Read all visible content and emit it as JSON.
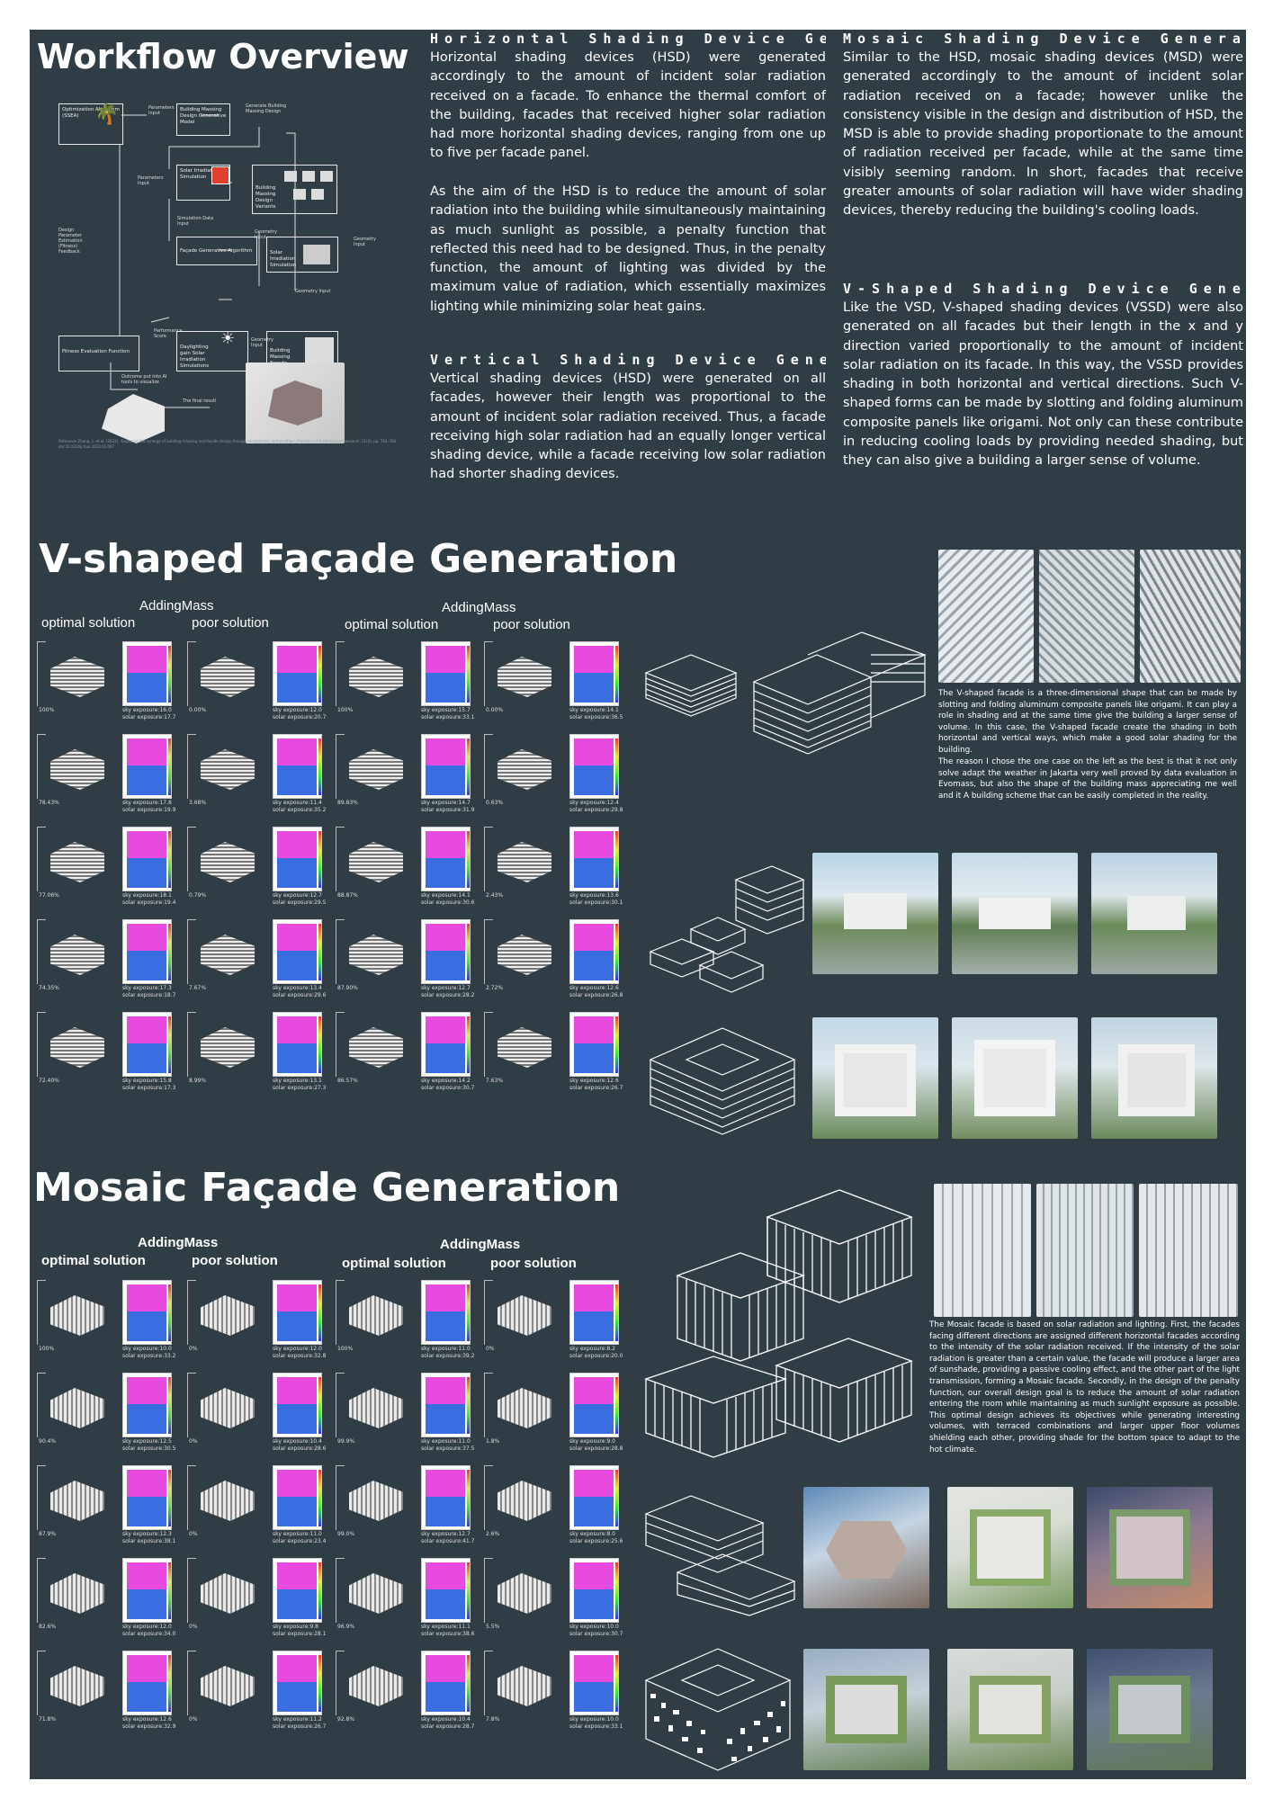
{
  "workflow": {
    "title": "Workflow Overview",
    "boxes": {
      "optimization": "Optimization Algorithm (SSEA)",
      "massing_model": "Building Massing Design Generative Model",
      "generate_massing": "Generate Building Massing Design",
      "solar_sim": "Solar Irradiation Simulation",
      "massing_variants": "Building Massing Design Variants",
      "facade_algorithm": "Façade Generative Algorithm",
      "solar_sim2": "Solar Irradiation Simulation",
      "fitness": "Fitness Evaluation Function",
      "daylighting": "Daylighting gain Solar Irradiation Simulations",
      "facade_design": "Building Massing Façade Design"
    },
    "labels": {
      "parameters_input": "Parameters Input",
      "parameters_input2": "Parameters Input",
      "design_param": "Design Parameter Estimation (Fitness) Feedback",
      "simulation_data": "Simulation Data Input",
      "geometry_input": "Geometry Input",
      "geometry_input2": "Geometry Input",
      "geometry_input3": "Geometry Input",
      "geometry_input4": "Geometry Input",
      "performance_score": "Performance Score",
      "outcome": "Outcome put into AI tools to visualize",
      "final_result": "The final result",
      "reference": "Reference Zhang, L. et al. (2022). 'Exploring the synergy of building massing and façade design through evolutionary optimization', Frontiers of Architectural Research, 11(4), pp. 761–780. doi:10.1016/j.foar.2022.01.007"
    }
  },
  "hsd": {
    "heading": "Horizontal Shading Device Generation",
    "para1": "Horizontal shading devices (HSD) were generated accordingly to the amount of incident solar radiation received on a facade. To enhance the thermal comfort of the building, facades that received higher solar radiation had more horizontal shading devices, ranging from one up to five per facade panel.",
    "para2": "As the aim of the HSD is to reduce the amount of solar radiation into the building while simultaneously maintaining as much sunlight as possible, a penalty function that reflected this need had to be designed. Thus, in the penalty function, the amount of lighting was divided by the maximum value of radiation, which essentially maximizes lighting while minimizing solar heat gains."
  },
  "vsd": {
    "heading": "Vertical Shading Device Generation",
    "para": "Vertical shading devices (HSD) were generated on all facades, however their length was proportional to the amount of incident solar radiation received. Thus, a facade receiving high solar radiation had an equally longer vertical shading device, while a facade receiving low solar radiation  had shorter shading devices."
  },
  "msd": {
    "heading": "Mosaic Shading Device Generation",
    "para": "Similar to the HSD, mosaic shading devices (MSD) were generated accordingly to the amount of incident solar radiation received on a facade; however unlike the consistency visible in the design and distribution of HSD, the MSD is able to provide shading proportionate to the amount of radiation received per facade, while at the same time visibly seeming random. In short, facades that receive greater amounts of solar radiation will have wider shading devices, thereby reducing the building's cooling loads."
  },
  "vssd": {
    "heading": "V-Shaped Shading Device Generation",
    "para": "Like the VSD, V-shaped shading devices (VSSD) were also generated on all facades but their length in the x and y direction varied proportionally to the amount of incident solar radiation on its facade. In this way, the VSSD provides shading in both horizontal and vertical directions. Such V-shaped forms can be made by slotting and folding aluminum composite panels like origami. Not only can these contribute in reducing cooling loads by providing needed shading, but they can also give a building a larger sense of volume."
  },
  "vshaped": {
    "title": "V-shaped Façade Generation",
    "addingmass": "AddingMass",
    "addingmass2": "AddingMass",
    "optimal": "optimal solution",
    "poor": "poor solution",
    "optimal2": "optimal solution",
    "poor2": "poor solution",
    "desc1": "The V-shaped facade is a three-dimensional shape that can be made by slotting and folding aluminum composite panels like origami. It can play a role in shading and at the same time give the building a larger sense of volume. In this case, the V-shaped facade create the shading in both horizontal and vertical ways, which make a good solar shading for the building.",
    "desc2": "The reason I chose the one case on the left as the best is that it not only solve adapt the weather in Jakarta very well proved by data evaluation in Evomass, but also the shape of the building mass appreciating me well and it A building scheme that can be easily completed in the reality.",
    "rows": [
      {
        "p1": "100%",
        "c1a": "sky exposure:16.0",
        "c1b": "solar exposure:17.7",
        "p2": "0.00%",
        "c2a": "sky exposure:12.0",
        "c2b": "solar exposure:20.7",
        "p3": "100%",
        "c3a": "sky exposure:15.7",
        "c3b": "solar exposure:33.1",
        "p4": "0.00%",
        "c4a": "sky exposure:14.1",
        "c4b": "solar exposure:36.5"
      },
      {
        "p1": "78.43%",
        "c1a": "sky exposure:17.8",
        "c1b": "solar exposure:19.9",
        "p2": "3.68%",
        "c2a": "sky exposure:11.4",
        "c2b": "solar exposure:35.2",
        "p3": "89.83%",
        "c3a": "sky exposure:14.7",
        "c3b": "solar exposure:31.9",
        "p4": "0.63%",
        "c4a": "sky exposure:12.4",
        "c4b": "solar exposure:29.8"
      },
      {
        "p1": "77.06%",
        "c1a": "sky exposure:18.1",
        "c1b": "solar exposure:19.4",
        "p2": "0.79%",
        "c2a": "sky exposure:12.7",
        "c2b": "solar exposure:29.5",
        "p3": "88.87%",
        "c3a": "sky exposure:14.1",
        "c3b": "solar exposure:30.6",
        "p4": "2.43%",
        "c4a": "sky exposure:13.6",
        "c4b": "solar exposure:30.1"
      },
      {
        "p1": "74.35%",
        "c1a": "sky exposure:17.3",
        "c1b": "solar exposure:18.7",
        "p2": "7.67%",
        "c2a": "sky exposure:13.4",
        "c2b": "solar exposure:29.6",
        "p3": "87.90%",
        "c3a": "sky exposure:12.7",
        "c3b": "solar exposure:28.2",
        "p4": "2.72%",
        "c4a": "sky exposure:12.6",
        "c4b": "solar exposure:26.8"
      },
      {
        "p1": "72.40%",
        "c1a": "sky exposure:15.8",
        "c1b": "solar exposure:17.3",
        "p2": "8.99%",
        "c2a": "sky exposure:13.1",
        "c2b": "solar exposure:27.3",
        "p3": "86.57%",
        "c3a": "sky exposure:14.2",
        "c3b": "solar exposure:30.7",
        "p4": "7.63%",
        "c4a": "sky exposure:12.6",
        "c4b": "solar exposure:26.7"
      }
    ]
  },
  "mosaic": {
    "title": "Mosaic Façade Generation",
    "addingmass": "AddingMass",
    "addingmass2": "AddingMass",
    "optimal": "optimal solution",
    "poor": "poor solution",
    "optimal2": "optimal solution",
    "poor2": "poor solution",
    "desc": "The Mosaic facade is based on solar radiation and lighting. First, the facades facing different directions are assigned different horizontal facades according to the intensity of the solar radiation received. If the intensity of the solar radiation is greater than a certain value, the facade will produce a larger area of sunshade, providing a passive cooling effect, and the other part of the light transmission, forming a Mosaic facade. Secondly, in the design of the penalty function, our overall design goal is to reduce the amount of solar radiation entering the room while maintaining as much sunlight exposure as possible. This optimal design achieves its objectives while generating interesting volumes, with terraced combinations and larger upper floor volumes shielding each other, providing shade for the bottom space to adapt to the hot climate.",
    "rows": [
      {
        "p1": "100%",
        "c1a": "sky exposure:10.0",
        "c1b": "solar exposure:33.2",
        "p2": "0%",
        "c2a": "sky exposure:12.0",
        "c2b": "solar exposure:32.8",
        "p3": "100%",
        "c3a": "sky exposure:11.0",
        "c3b": "solar exposure:39.2",
        "p4": "0%",
        "c4a": "sky exposure:8.2",
        "c4b": "solar exposure:20.0"
      },
      {
        "p1": "90.4%",
        "c1a": "sky exposure:12.5",
        "c1b": "solar exposure:30.5",
        "p2": "0%",
        "c2a": "sky exposure:10.4",
        "c2b": "solar exposure:28.6",
        "p3": "99.9%",
        "c3a": "sky exposure:11.0",
        "c3b": "solar exposure:37.5",
        "p4": "1.8%",
        "c4a": "sky exposure:9.0",
        "c4b": "solar exposure:28.8"
      },
      {
        "p1": "87.9%",
        "c1a": "sky exposure:12.3",
        "c1b": "solar exposure:38.1",
        "p2": "0%",
        "c2a": "sky exposure:11.0",
        "c2b": "solar exposure:23.4",
        "p3": "99.0%",
        "c3a": "sky exposure:12.7",
        "c3b": "solar exposure:41.7",
        "p4": "2.6%",
        "c4a": "sky exposure:8.0",
        "c4b": "solar exposure:25.6"
      },
      {
        "p1": "82.6%",
        "c1a": "sky exposure:12.0",
        "c1b": "solar exposure:34.0",
        "p2": "0%",
        "c2a": "sky exposure:9.8",
        "c2b": "solar exposure:28.1",
        "p3": "96.9%",
        "c3a": "sky exposure:11.1",
        "c3b": "solar exposure:38.6",
        "p4": "5.5%",
        "c4a": "sky exposure:10.0",
        "c4b": "solar exposure:30.7"
      },
      {
        "p1": "71.8%",
        "c1a": "sky exposure:12.6",
        "c1b": "solar exposure:32.9",
        "p2": "0%",
        "c2a": "sky exposure:11.2",
        "c2b": "solar exposure:26.7",
        "p3": "92.8%",
        "c3a": "sky exposure:10.4",
        "c3b": "solar exposure:28.7",
        "p4": "7.8%",
        "c4a": "sky exposure:10.0",
        "c4b": "solar exposure:33.1"
      }
    ]
  },
  "colors": {
    "background": "#313d44",
    "magenta": "#e84ae0",
    "blue": "#3a6ee0",
    "green": "#7ad870"
  }
}
